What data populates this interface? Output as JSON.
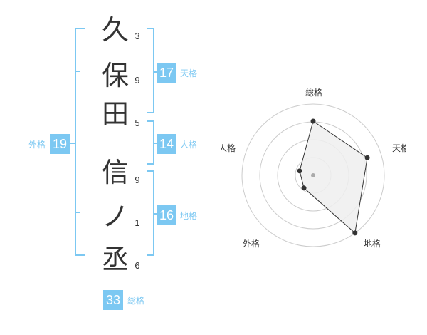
{
  "name_chars": [
    {
      "char": "久",
      "strokes": "3"
    },
    {
      "char": "保",
      "strokes": "9"
    },
    {
      "char": "田",
      "strokes": "5"
    },
    {
      "char": "信",
      "strokes": "9"
    },
    {
      "char": "ノ",
      "strokes": "1"
    },
    {
      "char": "丞",
      "strokes": "6"
    }
  ],
  "scores": {
    "tenkaku": {
      "value": "17",
      "label": "天格"
    },
    "jinkaku": {
      "value": "14",
      "label": "人格"
    },
    "chikaku": {
      "value": "16",
      "label": "地格"
    },
    "gaikaku": {
      "value": "19",
      "label": "外格"
    },
    "soukaku": {
      "value": "33",
      "label": "総格"
    }
  },
  "radar": {
    "axis_labels": {
      "top": "総格",
      "right": "天格",
      "bottom_right": "地格",
      "bottom_left": "外格",
      "left": "人格"
    },
    "levels": 4,
    "values": {
      "soukaku": 0.76,
      "tenkaku": 0.8,
      "chikaku": 1.0,
      "gaikaku": 0.22,
      "jinkaku": 0.2
    },
    "colors": {
      "ring": "#cccccc",
      "fill": "#eeeeee",
      "line": "#333333",
      "point": "#333333",
      "center": "#aaaaaa"
    }
  },
  "accent_color": "#7cc8f2"
}
